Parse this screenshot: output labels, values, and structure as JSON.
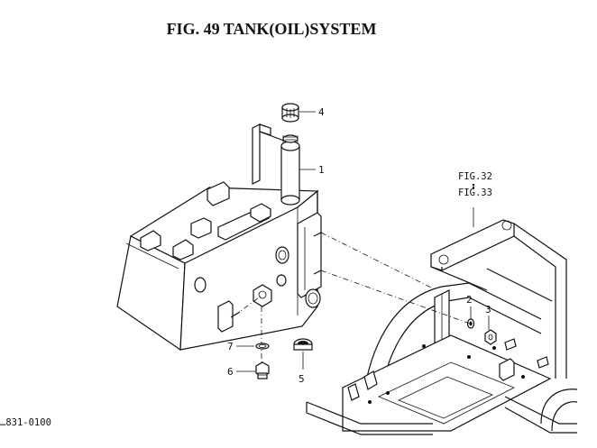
{
  "title": "FIG. 49  TANK(OIL)SYSTEM",
  "reference": {
    "line1": "FIG.32",
    "line2": "FIG.33"
  },
  "part_numbers": [
    "1",
    "2",
    "3",
    "4",
    "5",
    "6",
    "7"
  ],
  "footer_code": "…831-0100"
}
